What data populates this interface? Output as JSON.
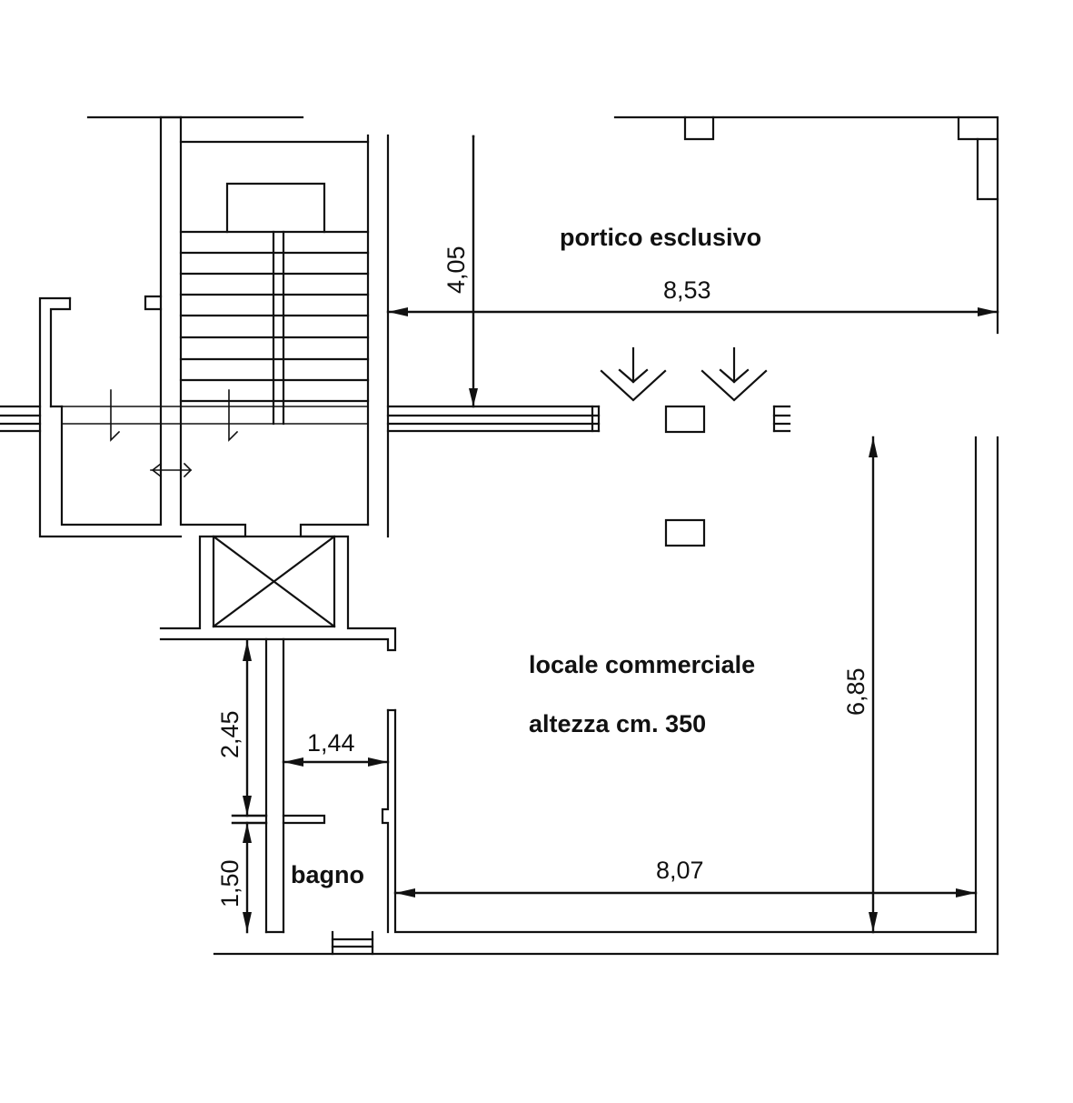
{
  "rooms": {
    "portico": "portico esclusivo",
    "locale": "locale commerciale",
    "altezza": "altezza cm. 350",
    "bagno": "bagno"
  },
  "dimensions": {
    "portico_depth": "4,05",
    "portico_width": "8,53",
    "locale_depth": "6,85",
    "locale_width": "8,07",
    "corridor_length": "2,45",
    "corridor_width": "1,44",
    "bagno_length": "1,50"
  },
  "colors": {
    "ink": "#111111",
    "paper": "#ffffff"
  }
}
